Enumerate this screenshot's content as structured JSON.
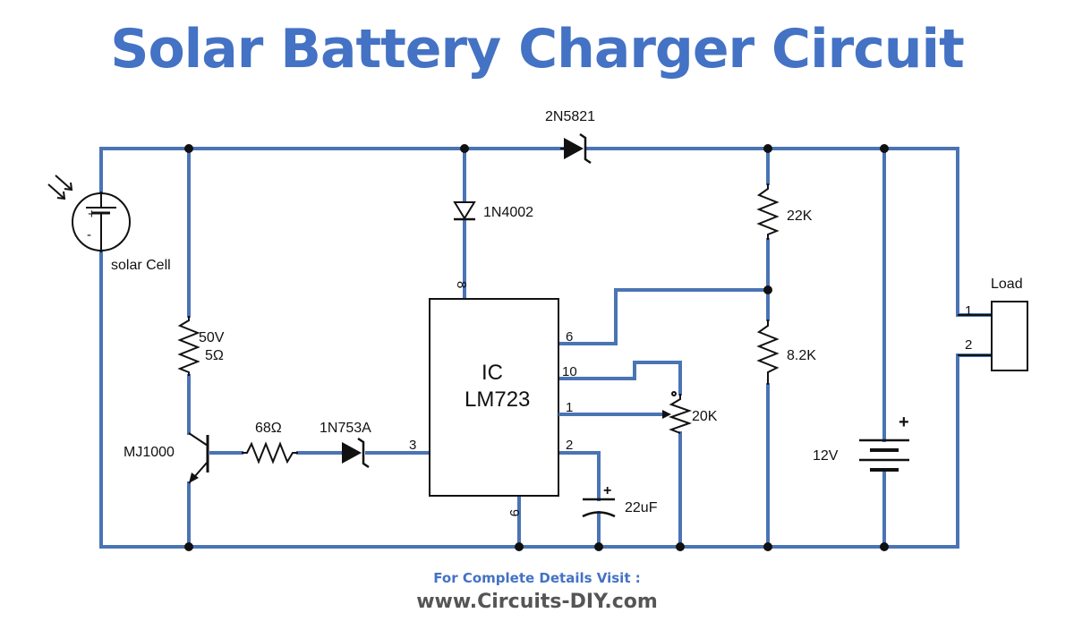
{
  "title": "Solar Battery Charger Circuit",
  "footer": {
    "line1": "For Complete Details Visit :",
    "line2": "www.Circuits-DIY.com"
  },
  "colors": {
    "wire": "#4a74b4",
    "title": "#4472c4",
    "footer_line1": "#4472c4",
    "footer_line2": "#555555",
    "component": "#111111"
  },
  "components": {
    "solar_cell": {
      "label": "solar Cell",
      "plus": "+",
      "minus": "-"
    },
    "diode_top": {
      "label": "2N5821"
    },
    "diode_vert": {
      "label": "1N4002"
    },
    "resistor_50v": {
      "label_line1": "50V",
      "label_line2": "5Ω"
    },
    "transistor": {
      "label": "MJ1000"
    },
    "resistor_68": {
      "label": "68Ω"
    },
    "zener": {
      "label": "1N753A"
    },
    "ic": {
      "line1": "IC",
      "line2": "LM723"
    },
    "ic_pins": {
      "p8": "8",
      "p6": "6",
      "p10": "10",
      "p1": "1",
      "p2": "2",
      "p3": "3",
      "p9": "9"
    },
    "resistor_22k": {
      "label": "22K"
    },
    "resistor_82k": {
      "label": "8.2K"
    },
    "pot": {
      "label": "20K"
    },
    "capacitor": {
      "label": "22uF",
      "plus": "+"
    },
    "battery": {
      "label": "12V",
      "plus": "+"
    },
    "load": {
      "label": "Load",
      "pin1": "1",
      "pin2": "2"
    }
  }
}
